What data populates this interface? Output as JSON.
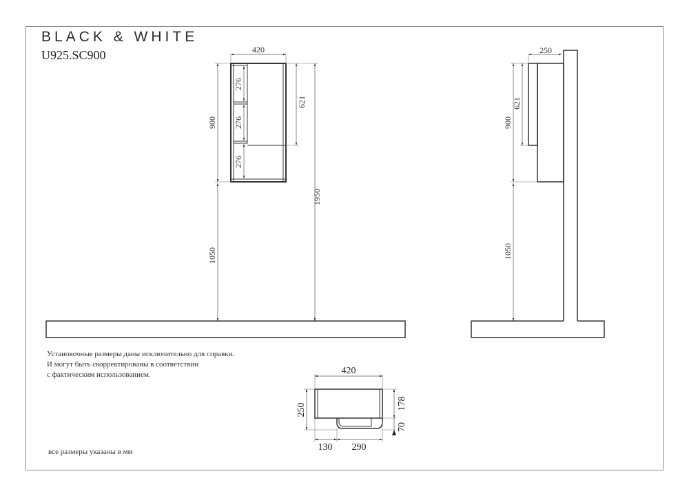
{
  "header": {
    "brand": "BLACK & WHITE",
    "model": "U925.SC900"
  },
  "front_view": {
    "width": "420",
    "height": "900",
    "shelf_heights": [
      "276",
      "276",
      "276"
    ],
    "door_height": "621",
    "mount_height": "1050",
    "top_height": "1950"
  },
  "side_view": {
    "depth": "250",
    "door_height": "621",
    "height": "900",
    "mount_height": "1050"
  },
  "top_view": {
    "width": "420",
    "depth": "250",
    "body_depth": "178",
    "handle_depth": "70",
    "offset_left": "130",
    "handle_width": "290"
  },
  "notes": {
    "line1": "Установочные размеры даны исключительно для справки.",
    "line2": "И могут быть скорректированы в соответствии",
    "line3": "с фактическим использованием.",
    "units": "все размеры указаны в мм"
  },
  "colors": {
    "line": "#333333",
    "dim_line": "#555555",
    "border": "#8a8a8a"
  }
}
